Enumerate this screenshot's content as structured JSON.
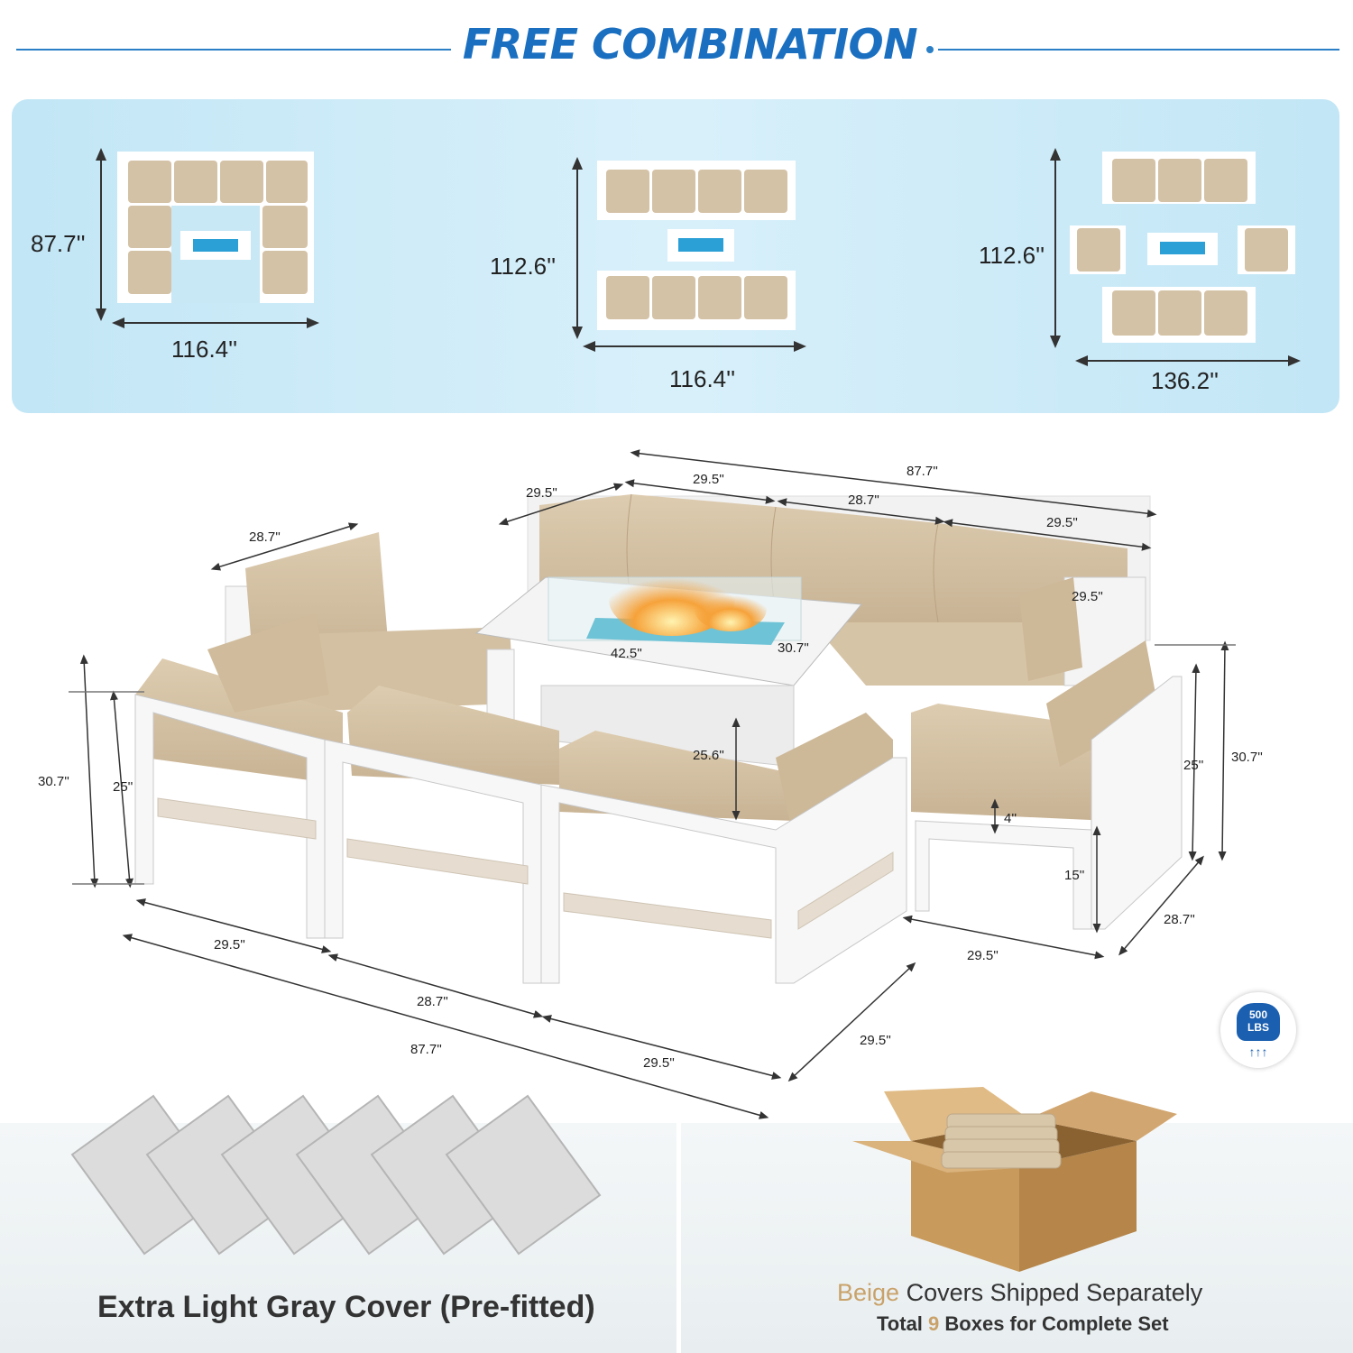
{
  "title": "FREE COMBINATION",
  "layouts": [
    {
      "height": "87.7''",
      "width": "116.4''"
    },
    {
      "height": "112.6''",
      "width": "116.4''"
    },
    {
      "height": "112.6''",
      "width": "136.2''"
    }
  ],
  "main_dims": {
    "back_total": "87.7''",
    "back_seg1": "29.5''",
    "back_seg2": "28.7''",
    "back_seg3": "29.5''",
    "left_corner_depth": "29.5''",
    "left_chair_width": "28.7''",
    "right_arm": "29.5''",
    "table_length": "42.5''",
    "table_width": "30.7''",
    "table_height": "25.6''",
    "left_total_height": "30.7''",
    "left_seat_height": "25''",
    "right_seat_height": "25''",
    "right_total_height": "30.7''",
    "cushion_thickness": "4''",
    "seat_floor": "15''",
    "right_depth": "28.7''",
    "right_width": "29.5''",
    "front_seg1": "29.5''",
    "front_seg2": "28.7''",
    "front_seg3": "29.5''",
    "front_total": "87.7''",
    "front_depth": "29.5''"
  },
  "badge": {
    "line1": "500",
    "line2": "LBS"
  },
  "covers": {
    "text": "Extra Light Gray Cover (Pre-fitted)",
    "count": 6
  },
  "shipping": {
    "beige_word": "Beige",
    "line1_rest": " Covers Shipped Separately",
    "line2_pre": "Total ",
    "box_count": "9",
    "line2_post": " Boxes for Complete Set"
  },
  "colors": {
    "accent": "#1a6fc0",
    "cushion": "#d4c2a6",
    "frame": "#f6f6f6",
    "fire_glass": "#2ba0d6",
    "beige_text": "#c9a26a"
  }
}
